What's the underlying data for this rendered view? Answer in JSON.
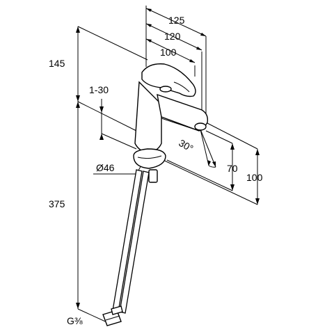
{
  "dimensions": {
    "d125": "125",
    "d120": "120",
    "d100_top": "100",
    "d145": "145",
    "d1_30": "1-30",
    "d30deg": "30°",
    "d46": "Ø46",
    "d70": "70",
    "d100_right": "100",
    "d375": "375",
    "thread": "G⅜"
  }
}
